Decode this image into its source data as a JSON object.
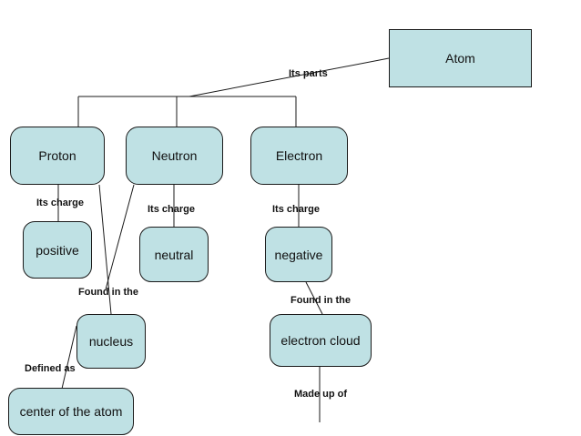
{
  "nodes": {
    "atom": "Atom",
    "proton": "Proton",
    "neutron": "Neutron",
    "electron": "Electron",
    "positive": "positive",
    "neutral": "neutral",
    "negative": "negative",
    "nucleus": "nucleus",
    "electron_cloud": "electron cloud",
    "center_of_atom": "center of the atom"
  },
  "links": {
    "its_parts": "Its parts",
    "proton_charge": "Its charge",
    "neutron_charge": "Its charge",
    "electron_charge": "Its charge",
    "found_in_nucleus": "Found in the",
    "found_in_cloud": "Found in the",
    "defined_as": "Defined as",
    "made_up_of": "Made up of"
  },
  "colors": {
    "node_fill": "#bfe1e4",
    "stroke": "#1a1a1a"
  }
}
